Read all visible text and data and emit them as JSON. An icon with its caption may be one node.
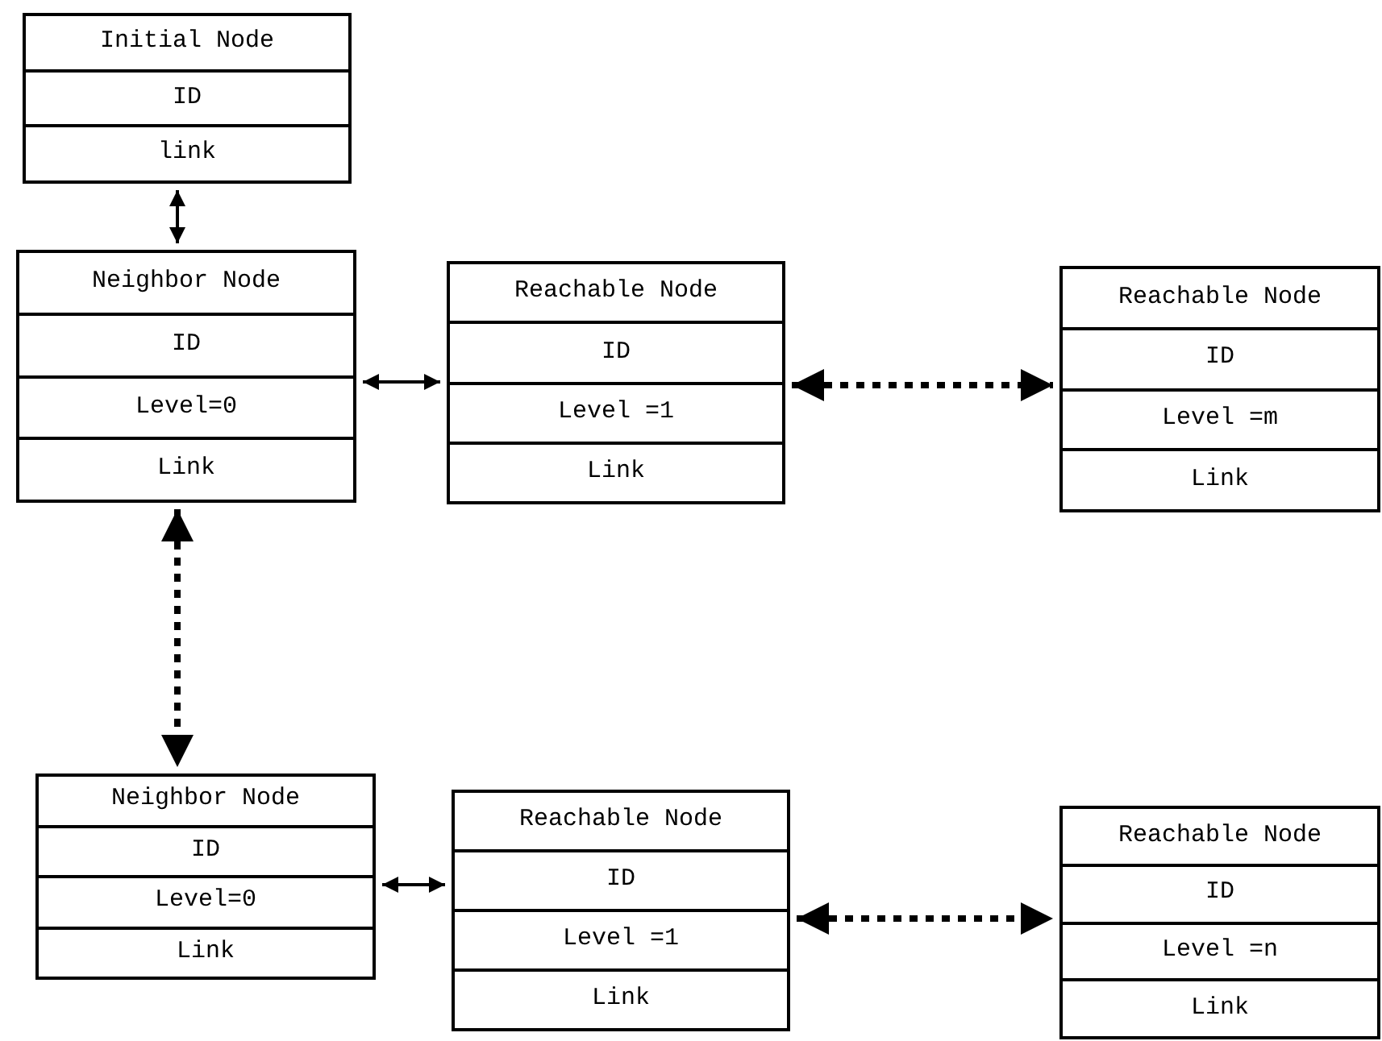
{
  "diagram": {
    "nodes": [
      {
        "text": [
          "Initial Node",
          "ID",
          "link"
        ]
      },
      {
        "text": [
          "Neighbor Node",
          "ID",
          "Level=0",
          "Link"
        ]
      },
      {
        "text": [
          "Reachable Node",
          "ID",
          "Level =1",
          "Link"
        ]
      },
      {
        "text": [
          "Reachable Node",
          "ID",
          "Level =m",
          "Link"
        ]
      },
      {
        "text": [
          "Neighbor Node",
          "ID",
          "Level=0",
          "Link"
        ]
      },
      {
        "text": [
          "Reachable Node",
          "ID",
          "Level =1",
          "Link"
        ]
      },
      {
        "text": [
          "Reachable Node",
          "ID",
          "Level =n",
          "Link"
        ]
      }
    ],
    "edges": [
      {
        "from": 0,
        "to": 1,
        "arrow": "both"
      },
      {
        "from": 1,
        "to": 2,
        "arrow": "both"
      },
      {
        "from": 2,
        "to": 3,
        "arrow": "both",
        "style": "dashed"
      },
      {
        "from": 1,
        "to": 4,
        "arrow": "both",
        "style": "dashed"
      },
      {
        "from": 4,
        "to": 5,
        "arrow": "both"
      },
      {
        "from": 5,
        "to": 6,
        "arrow": "both",
        "style": "dashed"
      }
    ]
  }
}
